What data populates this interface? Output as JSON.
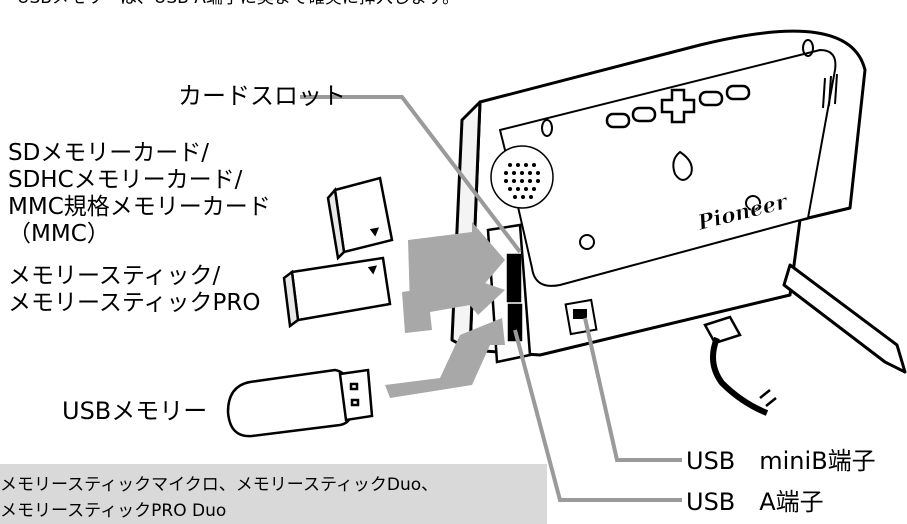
{
  "top_note": "・USBメモリーは、USB A端子に奥まで確実に挿入します。",
  "labels": {
    "card_slot": "カードスロット",
    "memory_cards": [
      "SDメモリーカード/",
      "SDHCメモリーカード/",
      "MMC規格メモリーカード",
      "（MMC）"
    ],
    "memory_stick": [
      "メモリースティック/",
      "メモリースティックPRO"
    ],
    "usb_memory": "USBメモリー",
    "usb_minib": "USB　miniB端子",
    "usb_a": "USB　A端子"
  },
  "brand_logo_text": "Pioneer",
  "note_box": {
    "line1": "メモリースティックマイクロ、メモリースティックDuo、",
    "line2": "メモリースティックPRO Duo"
  },
  "colors": {
    "callout_line": "#9a9a9a",
    "arrow_fill": "#a8a8a8",
    "note_background": "#d9d9d9"
  }
}
